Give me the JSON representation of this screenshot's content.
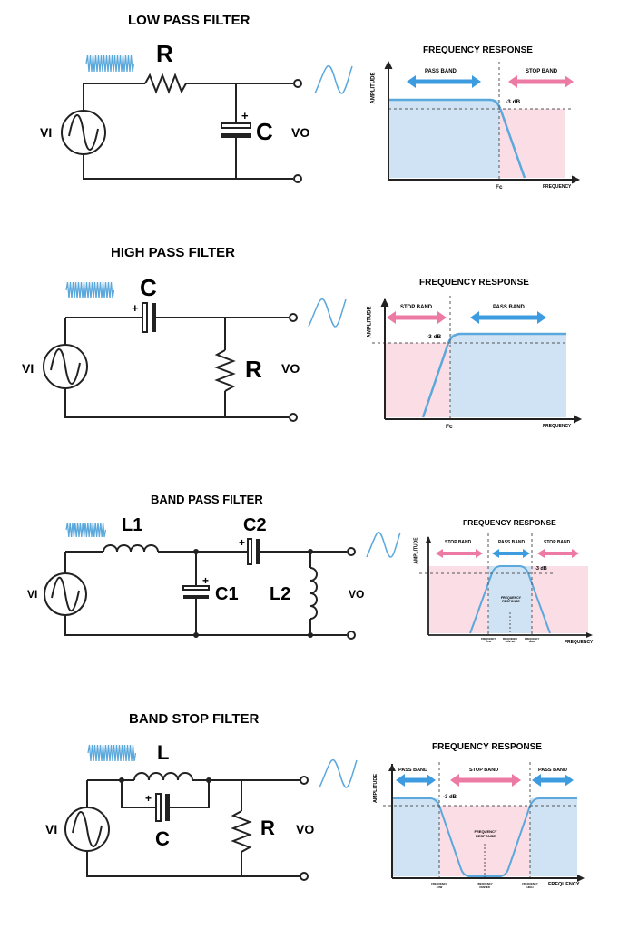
{
  "panels": [
    {
      "title": "LOW PASS FILTER",
      "circuit": {
        "input": "VI",
        "output": "VO",
        "resistor": "R",
        "capacitor": "C",
        "polarity": "+"
      },
      "response": {
        "title": "FREQUENCY RESPONSE",
        "ylabel": "AMPLITUDE",
        "xlabel": "FREQUENCY",
        "band_left": "PASS BAND",
        "band_right": "STOP BAND",
        "db": "-3 dB",
        "cutoff": "Fc"
      }
    },
    {
      "title": "HIGH PASS FILTER",
      "circuit": {
        "input": "VI",
        "output": "VO",
        "resistor": "R",
        "capacitor": "C",
        "polarity": "+"
      },
      "response": {
        "title": "FREQUENCY RESPONSE",
        "ylabel": "AMPLITUDE",
        "xlabel": "FREQUENCY",
        "band_left": "STOP BAND",
        "band_right": "PASS BAND",
        "db": "-3 dB",
        "cutoff": "Fc"
      }
    },
    {
      "title": "BAND PASS FILTER",
      "circuit": {
        "input": "VI",
        "output": "VO",
        "inductor1": "L1",
        "capacitor2": "C2",
        "capacitor1": "C1",
        "inductor2": "L2",
        "polarity": "+"
      },
      "response": {
        "title": "FREQUENCY RESPONSE",
        "ylabel": "AMPLITUDE",
        "xlabel": "FREQUENCY",
        "band_left": "STOP BAND",
        "band_mid": "PASS BAND",
        "band_right": "STOP BAND",
        "db": "-3 dB",
        "center": "FREQUENCY RESPONSE",
        "tick_low": "FREQUENCY LOW",
        "tick_center": "FREQUENCY CENTER",
        "tick_high": "FREQUENCY HIGH"
      }
    },
    {
      "title": "BAND STOP FILTER",
      "circuit": {
        "input": "VI",
        "output": "VO",
        "inductor": "L",
        "capacitor": "C",
        "resistor": "R",
        "polarity": "+"
      },
      "response": {
        "title": "FREQUENCY RESPONSE",
        "ylabel": "AMPLITUDE",
        "xlabel": "FREQUENCY",
        "band_left": "PASS BAND",
        "band_mid": "STOP BAND",
        "band_right": "PASS BAND",
        "db": "-3 dB",
        "center": "FREQUENCY RESPONSE",
        "tick_low": "FREQUENCY LOW",
        "tick_center": "FREQUENCY CENTER",
        "tick_high": "FREQUENCY HIGH"
      }
    }
  ],
  "colors": {
    "pass": "#cfe3f5",
    "stop": "#fbdde6",
    "arrow_blue": "#3d9be0",
    "arrow_pink": "#ec7aa3",
    "curve": "#5aa8dc",
    "wire": "#222222"
  }
}
